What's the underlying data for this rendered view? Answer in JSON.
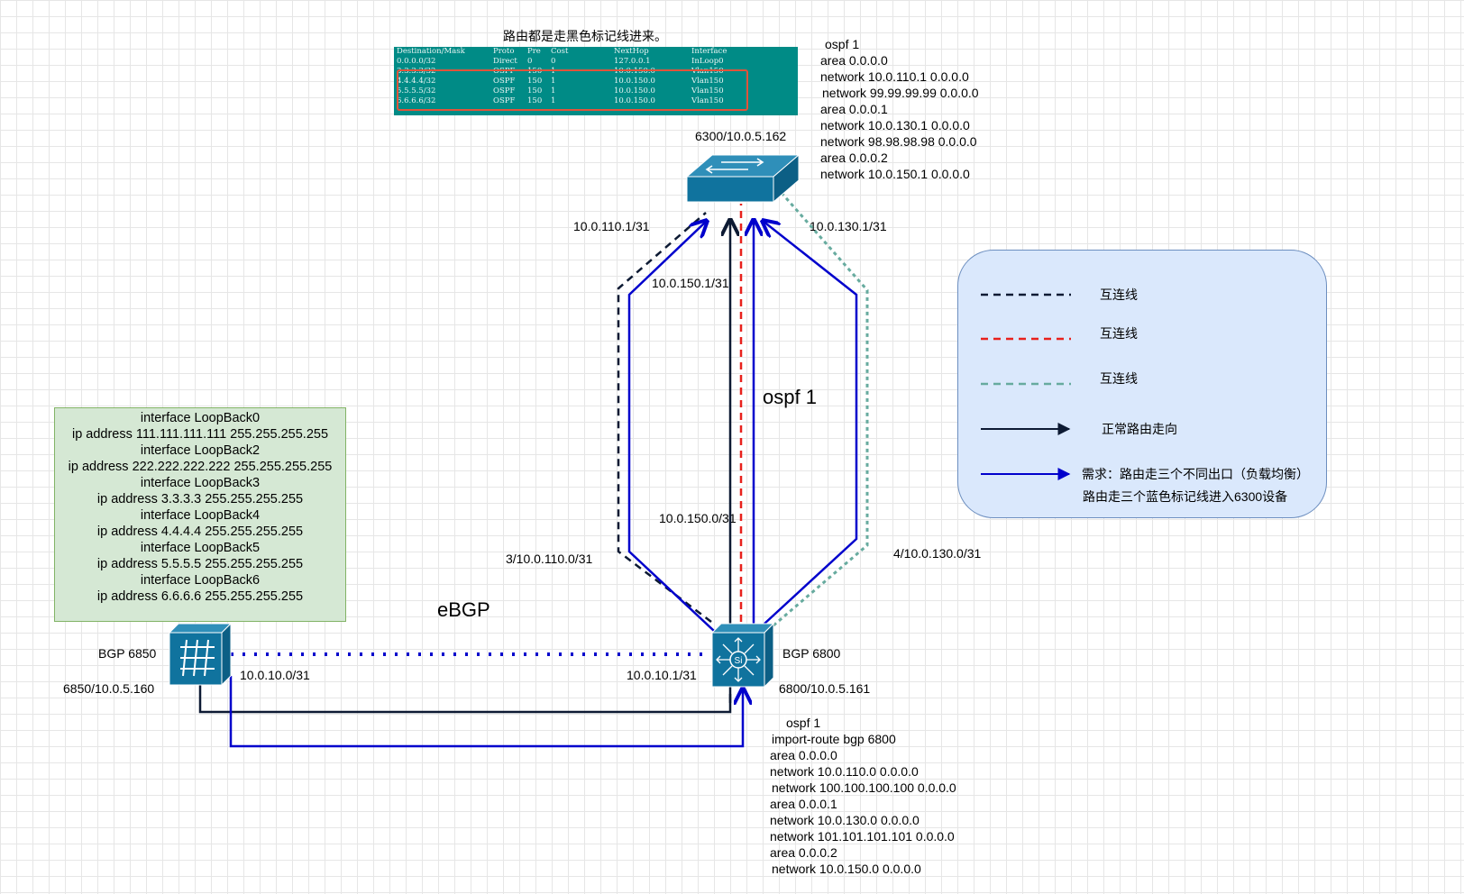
{
  "caption": "路由都是走黑色标记线进来。",
  "route_table": {
    "headers": [
      "Destination/Mask",
      "Proto",
      "Pre",
      "Cost",
      "NextHop",
      "Interface"
    ],
    "rows": [
      [
        "0.0.0.0/32",
        "Direct",
        "0",
        "0",
        "127.0.0.1",
        "InLoop0"
      ],
      [
        "3.3.3.3/32",
        "OSPF",
        "150",
        "1",
        "10.0.150.0",
        "Vlan150"
      ],
      [
        "4.4.4.4/32",
        "OSPF",
        "150",
        "1",
        "10.0.150.0",
        "Vlan150"
      ],
      [
        "5.5.5.5/32",
        "OSPF",
        "150",
        "1",
        "10.0.150.0",
        "Vlan150"
      ],
      [
        "6.6.6.6/32",
        "OSPF",
        "150",
        "1",
        "10.0.150.0",
        "Vlan150"
      ]
    ]
  },
  "ospf_6300": [
    "ospf 1",
    "area 0.0.0.0",
    "network 10.0.110.1 0.0.0.0",
    "network 99.99.99.99 0.0.0.0",
    "area 0.0.0.1",
    "network 10.0.130.1 0.0.0.0",
    "network 98.98.98.98 0.0.0.0",
    "area 0.0.0.2",
    "network 10.0.150.1 0.0.0.0"
  ],
  "device_6300": "6300/10.0.5.162",
  "link_labels": {
    "l110_1": "10.0.110.1/31",
    "l150_1": "10.0.150.1/31",
    "l130_1": "10.0.130.1/31",
    "l150_0": "10.0.150.0/31",
    "l110_0": "3/10.0.110.0/31",
    "l130_0": "4/10.0.130.0/31",
    "l10_0": "10.0.10.0/31",
    "l10_1": "10.0.10.1/31"
  },
  "ospf_label": "ospf 1",
  "ebgp_label": "eBGP",
  "loopbacks": [
    "interface LoopBack0",
    "ip address 111.111.111.111 255.255.255.255",
    "interface LoopBack2",
    "ip address 222.222.222.222 255.255.255.255",
    "interface LoopBack3",
    "ip address 3.3.3.3 255.255.255.255",
    "interface LoopBack4",
    "ip address 4.4.4.4 255.255.255.255",
    "interface LoopBack5",
    "ip address 5.5.5.5 255.255.255.255",
    "interface LoopBack6",
    "ip address 6.6.6.6 255.255.255.255"
  ],
  "bgp6850": {
    "name": "BGP 6850",
    "mgmt": "6850/10.0.5.160"
  },
  "bgp6800": {
    "name": "BGP 6800",
    "mgmt": "6800/10.0.5.161"
  },
  "ospf_6800": [
    "ospf 1",
    "import-route bgp 6800",
    "area 0.0.0.0",
    "network 10.0.110.0 0.0.0.0",
    "network 100.100.100.100 0.0.0.0",
    "area 0.0.0.1",
    "network 10.0.130.0 0.0.0.0",
    "network 101.101.101.101 0.0.0.0",
    "area 0.0.0.2",
    "network 10.0.150.0 0.0.0.0"
  ],
  "legend": {
    "black_dashed": "互连线",
    "red_dashed": "互连线",
    "teal_dashed": "互连线",
    "black_arrow": "正常路由走向",
    "blue_arrow_line1": "需求：路由走三个不同出口（负载均衡）",
    "blue_arrow_line2": "路由走三个蓝色标记线进入6300设备"
  },
  "colors": {
    "black_line": "#0d1a33",
    "red_line": "#e8211c",
    "teal_line": "#67ab9f",
    "blue_line": "#0000cc",
    "device_fill": "#10739e",
    "green_box": "#d5e8d4",
    "legend_box": "#dae8fc"
  }
}
